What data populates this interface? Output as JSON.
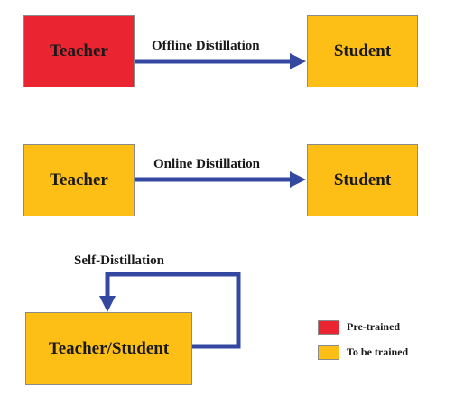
{
  "colors": {
    "pretrained": "#ea2430",
    "to_be_trained": "#fdbf16",
    "arrow": "#3448a1"
  },
  "offline": {
    "teacher": "Teacher",
    "student": "Student",
    "label": "Offline Distillation"
  },
  "online": {
    "teacher": "Teacher",
    "student": "Student",
    "label": "Online Distillation"
  },
  "self": {
    "node": "Teacher/Student",
    "label": "Self-Distillation"
  },
  "legend": {
    "pretrained": "Pre-trained",
    "to_be_trained": "To be trained"
  }
}
